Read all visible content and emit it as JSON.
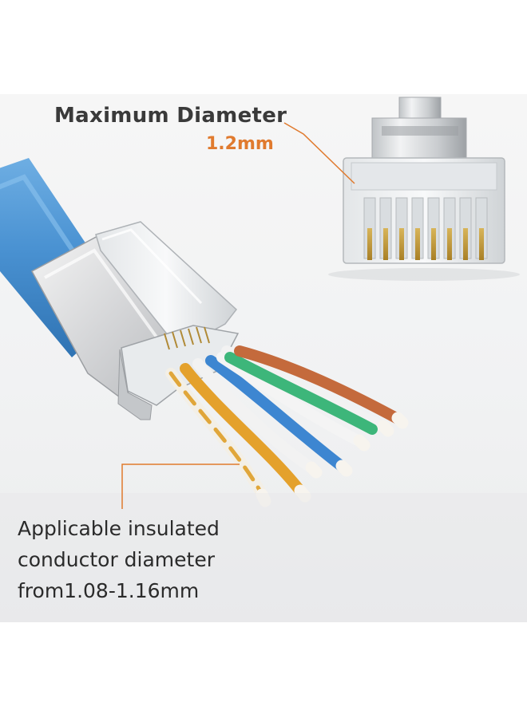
{
  "callout_max": {
    "title": "Maximum Diameter",
    "value": "1.2mm"
  },
  "callout_conductor": {
    "line_1": "Applicable insulated",
    "line_2": "conductor diameter",
    "line_3": "from1.08-1.16mm"
  },
  "colors": {
    "callout_orange": "#e07a2e",
    "cable_blue": "#4a90d0",
    "text_dark": "#333333"
  },
  "illustration": {
    "subject": "RJ45 pass-through connector with shield on blue ethernet cable",
    "wire_colors": [
      "orange",
      "white-orange",
      "green",
      "white-green",
      "blue",
      "white-blue",
      "brown",
      "white-brown"
    ]
  }
}
